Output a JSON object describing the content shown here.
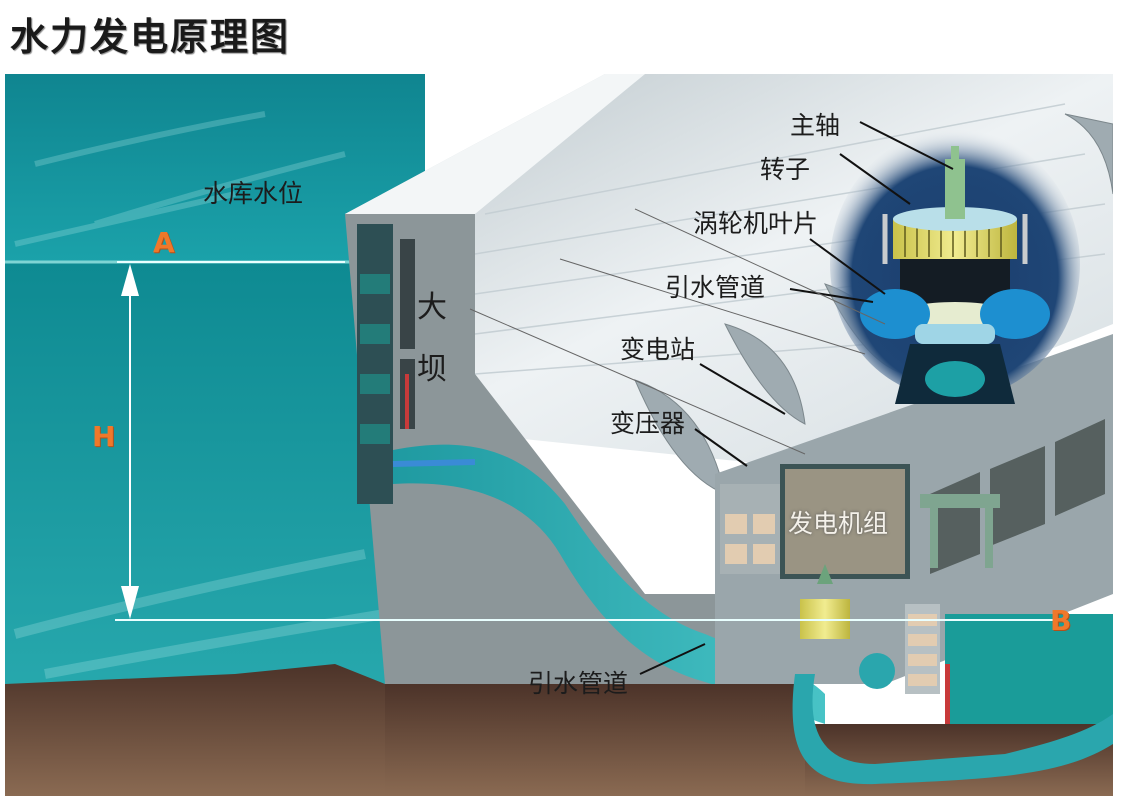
{
  "title": "水力发电原理图",
  "labels": {
    "reservoir_level": "水库水位",
    "dam": [
      "大",
      "坝"
    ],
    "main_shaft": "主轴",
    "rotor": "转子",
    "turbine_blades": "涡轮机叶片",
    "penstock_top": "引水管道",
    "substation": "变电站",
    "transformer": "变压器",
    "generator_unit": "发电机组",
    "penstock_bottom": "引水管道"
  },
  "markers": {
    "upstream_level": "A",
    "head": "H",
    "downstream_level": "B"
  },
  "colors": {
    "water": "#138f98",
    "water_light": "#2fb3b8",
    "concrete": "#8a9497",
    "concrete_light": "#dfe5e8",
    "ground": "#6b4a3a",
    "marker": "#f0782a",
    "penstock": "#2aa6ad",
    "rotor": "#e3dc6a",
    "inset_bg": "#1d3a66"
  }
}
